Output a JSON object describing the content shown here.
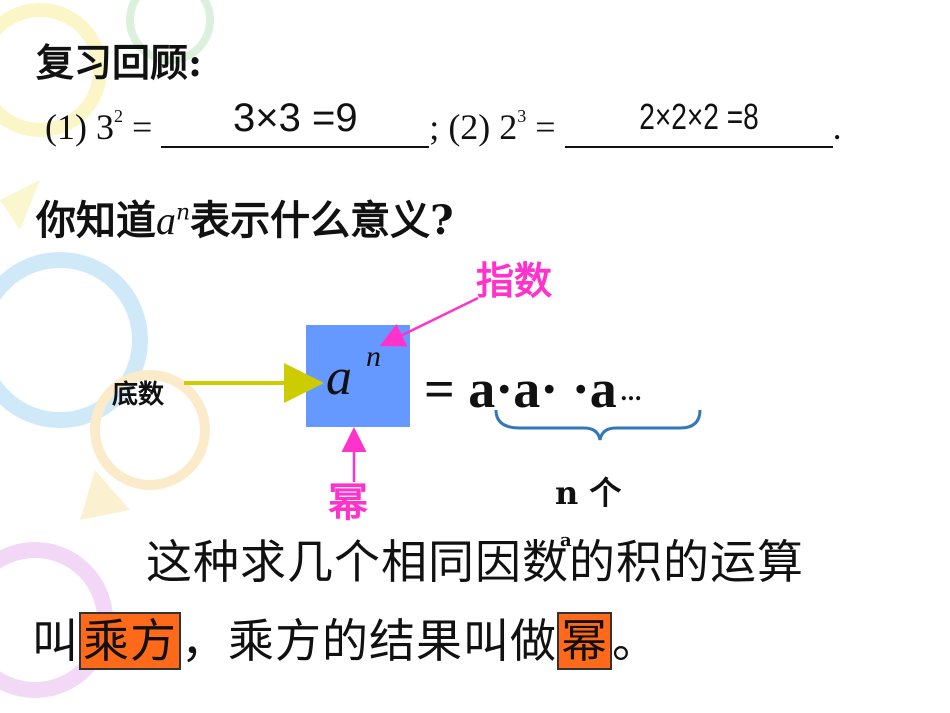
{
  "heading": "复习回顾:",
  "eq1": {
    "prefix": "(1) 3",
    "sup": "2",
    "equals": " =",
    "answer": "3×3 =9",
    "sep": "; "
  },
  "eq2": {
    "prefix": "(2) 2",
    "sup": "3",
    "equals": " =",
    "answer": "2×2×2 =8",
    "end": "."
  },
  "question": {
    "prefix": "你知道",
    "var": "a",
    "sup": "n",
    "suffix": "表示什么意义?"
  },
  "labels": {
    "exponent": "指数",
    "base": "底数",
    "power": "幂"
  },
  "formula": {
    "var": "a",
    "sup": "n",
    "expansion": "= a·a·   ·a",
    "dots": "…",
    "count": "n 个"
  },
  "stray_char": "a",
  "paragraph": {
    "line1": "这种求几个相同因数的积的运算",
    "line2_before": "叫",
    "term1": "乘方",
    "line2_middle": "，乘方的结果叫做",
    "term2": "幂",
    "line2_end": "。"
  },
  "colors": {
    "box": "#6699ff",
    "label_pink": "#ff33cc",
    "arrow_yellow": "#cccc00",
    "brace": "#3377bb",
    "highlight": "#ff6a1a"
  }
}
